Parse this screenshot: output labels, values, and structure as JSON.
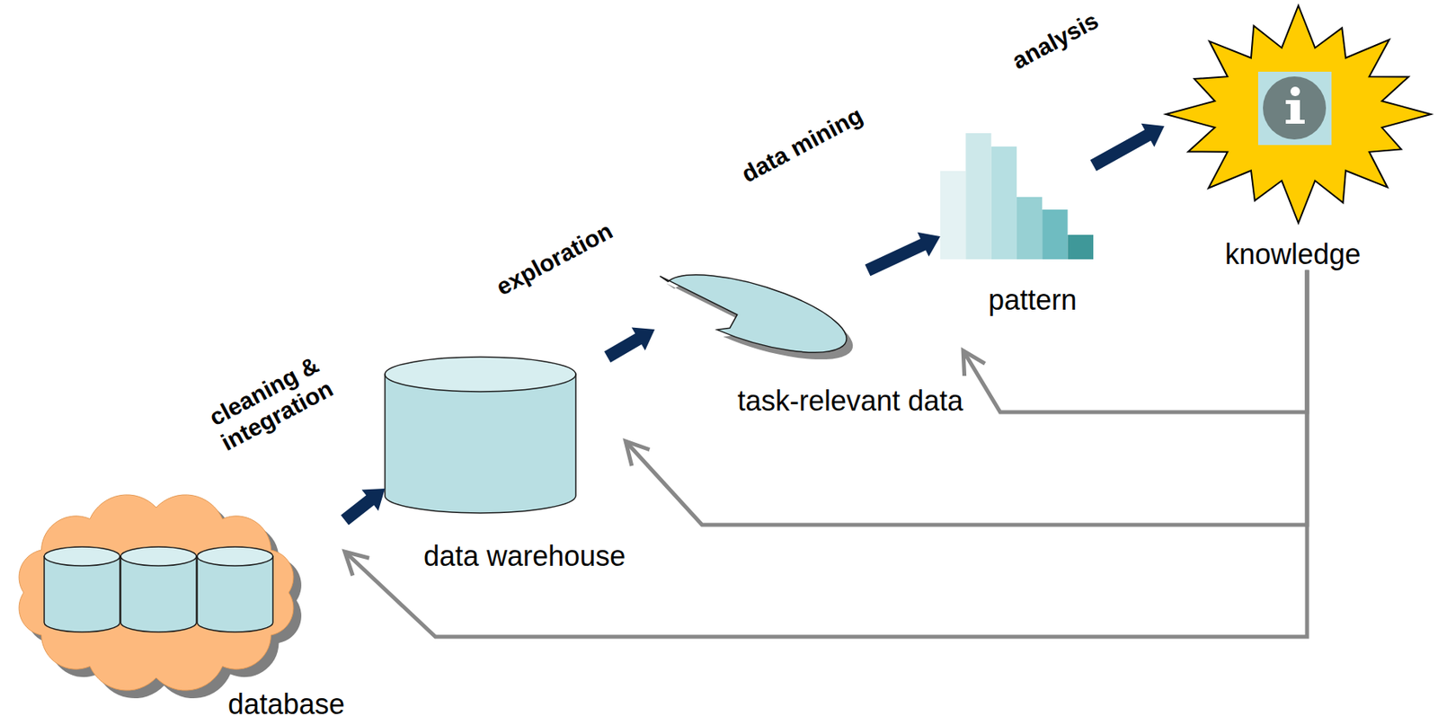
{
  "diagram": {
    "nodes": [
      {
        "text": [
          "database"
        ]
      },
      {
        "text": [
          "data warehouse"
        ]
      },
      {
        "text": [
          "task-relevant data"
        ]
      },
      {
        "text": [
          "pattern"
        ]
      },
      {
        "text": [
          "knowledge"
        ]
      }
    ],
    "edges": [
      {
        "from": 0,
        "to": 1,
        "label": "cleaning & integration",
        "arrow": "to"
      },
      {
        "from": 1,
        "to": 2,
        "label": "exploration",
        "arrow": "to"
      },
      {
        "from": 2,
        "to": 3,
        "label": "data mining",
        "arrow": "to"
      },
      {
        "from": 3,
        "to": 4,
        "label": "analysis",
        "arrow": "to"
      },
      {
        "from": 4,
        "to": 2,
        "arrow": "to"
      },
      {
        "from": 4,
        "to": 1,
        "arrow": "to"
      },
      {
        "from": 4,
        "to": 0,
        "arrow": "to"
      }
    ]
  }
}
